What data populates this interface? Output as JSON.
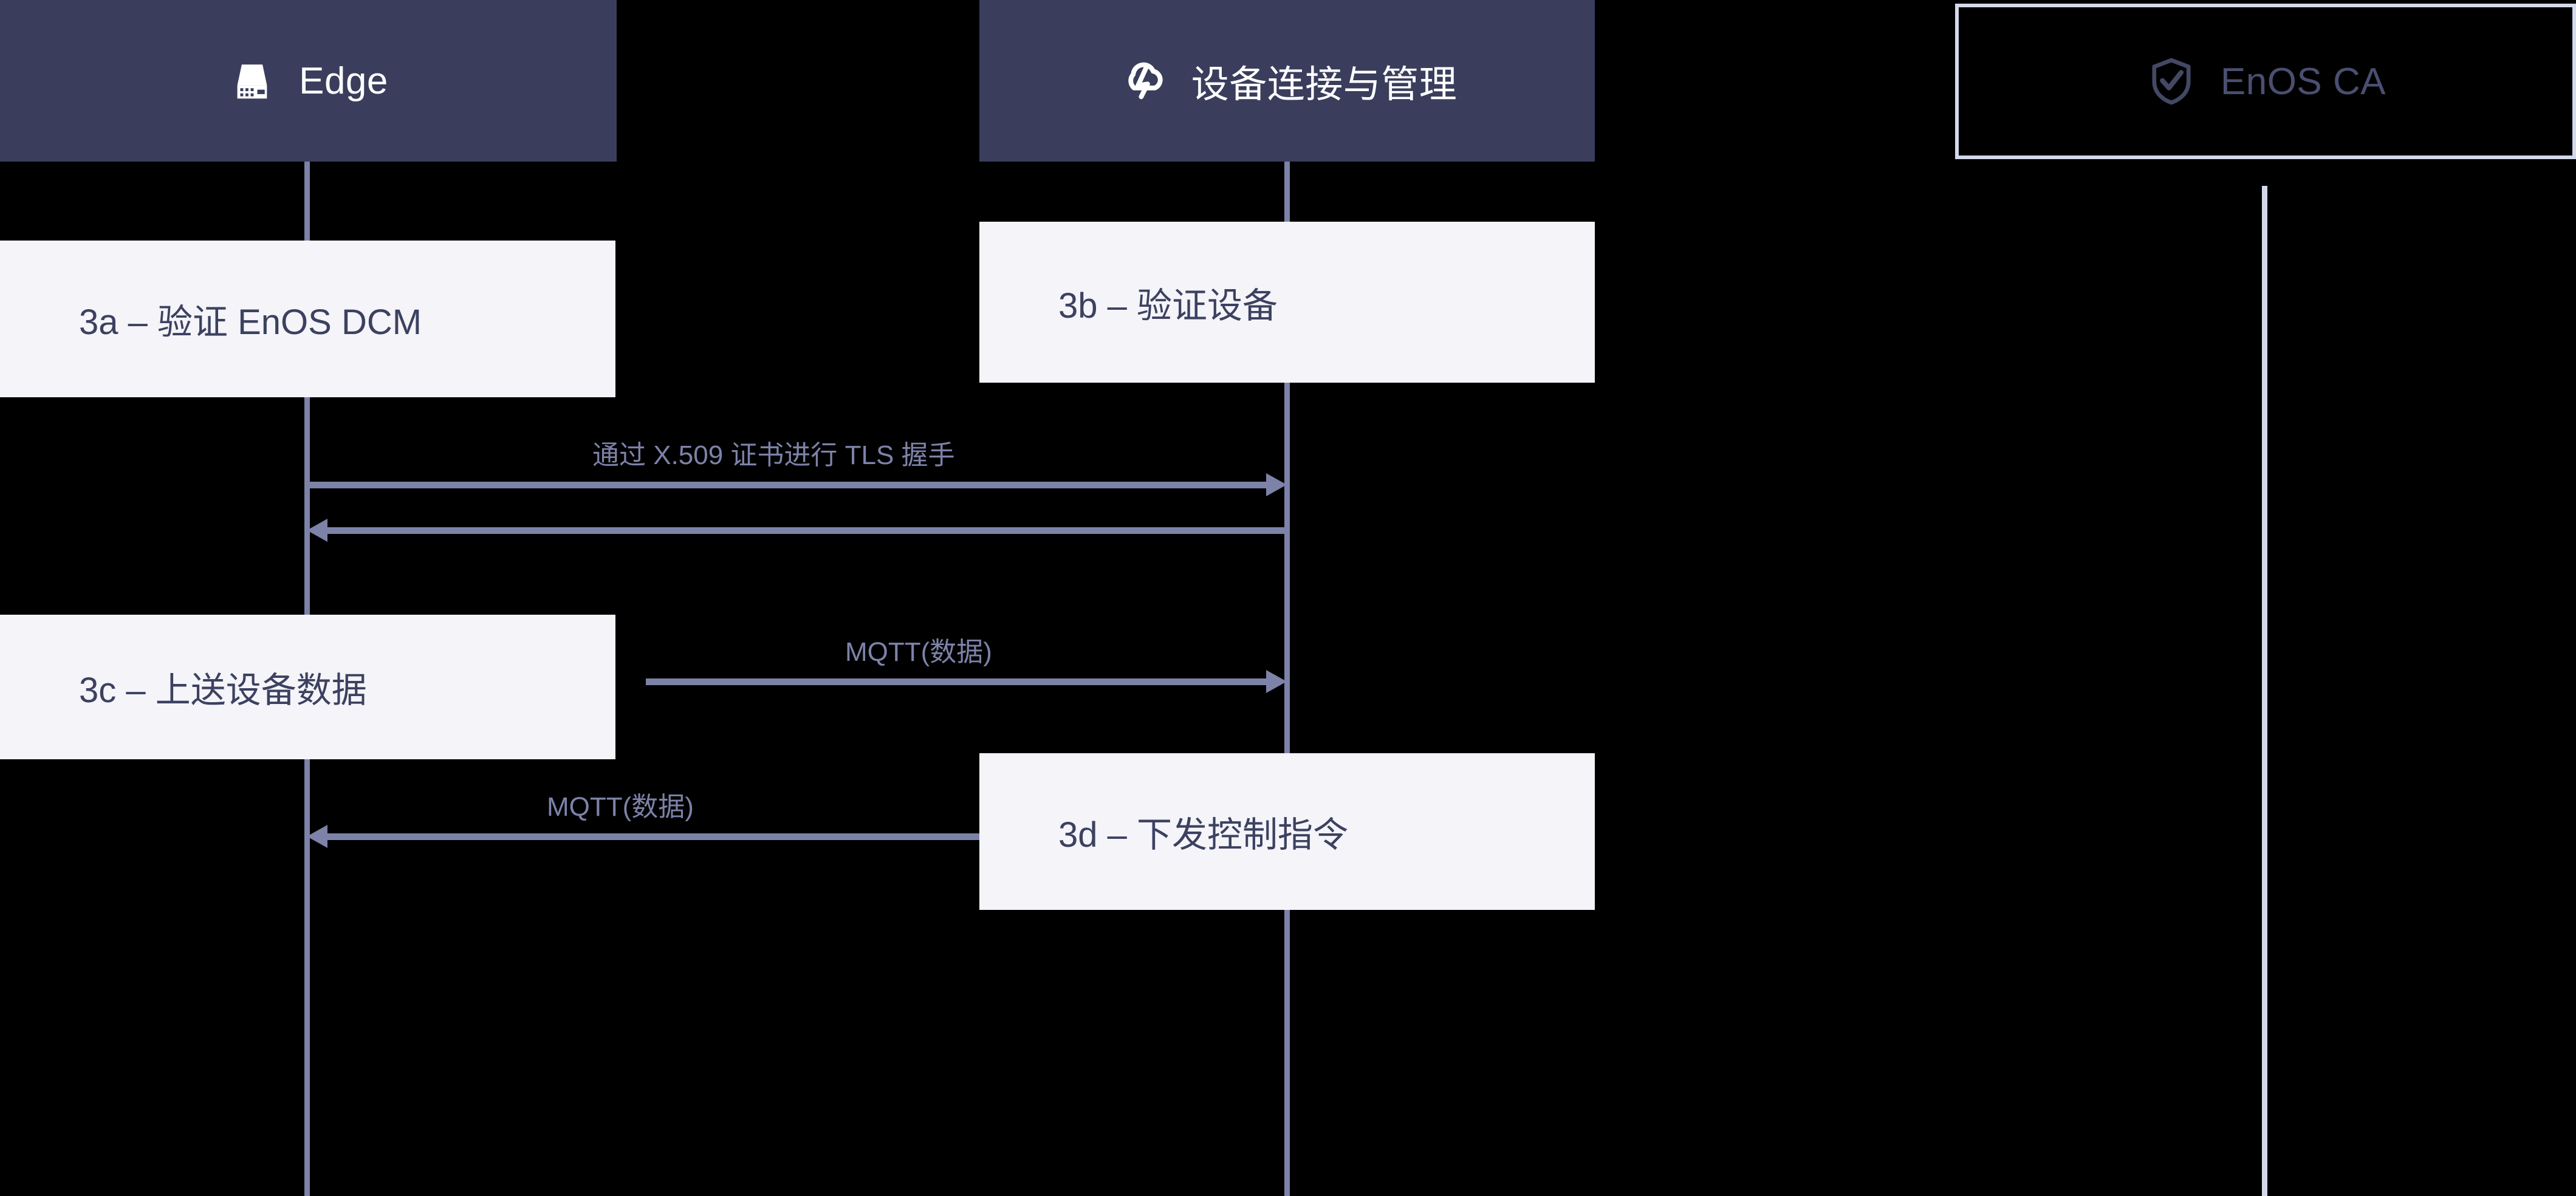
{
  "diagram": {
    "type": "sequence-diagram",
    "background_color": "#000000",
    "accent_color": "#7d82a8",
    "header_fill": "#3a3e5c",
    "box_fill": "#f4f4f9",
    "text_dark": "#3c4160",
    "outline_color": "#d3d8ea"
  },
  "participants": [
    {
      "id": "edge",
      "label": "Edge",
      "icon": "edge-gateway-icon",
      "style": "filled",
      "lifeline_color": "#7d82a8"
    },
    {
      "id": "dcm",
      "label": "设备连接与管理",
      "icon": "cloud-connection-icon",
      "style": "filled",
      "lifeline_color": "#7d82a8"
    },
    {
      "id": "ca",
      "label": "EnOS CA",
      "icon": "shield-check-icon",
      "style": "outlined",
      "lifeline_color": "#d3d8ea"
    }
  ],
  "actions": [
    {
      "id": "3a",
      "label": "3a – 验证 EnOS DCM",
      "participant": "edge"
    },
    {
      "id": "3b",
      "label": "3b – 验证设备",
      "participant": "dcm"
    },
    {
      "id": "3c",
      "label": "3c – 上送设备数据",
      "participant": "edge"
    },
    {
      "id": "3d",
      "label": "3d – 下发控制指令",
      "participant": "dcm"
    }
  ],
  "messages": [
    {
      "id": "tls-request",
      "label": "通过 X.509 证书进行 TLS 握手",
      "from": "edge",
      "to": "dcm",
      "direction": "right"
    },
    {
      "id": "tls-response",
      "label": "",
      "from": "dcm",
      "to": "edge",
      "direction": "left"
    },
    {
      "id": "mqtt-uplink",
      "label": "MQTT(数据)",
      "from": "edge",
      "to": "dcm",
      "direction": "right"
    },
    {
      "id": "mqtt-downlink",
      "label": "MQTT(数据)",
      "from": "dcm",
      "to": "edge",
      "direction": "left"
    }
  ]
}
